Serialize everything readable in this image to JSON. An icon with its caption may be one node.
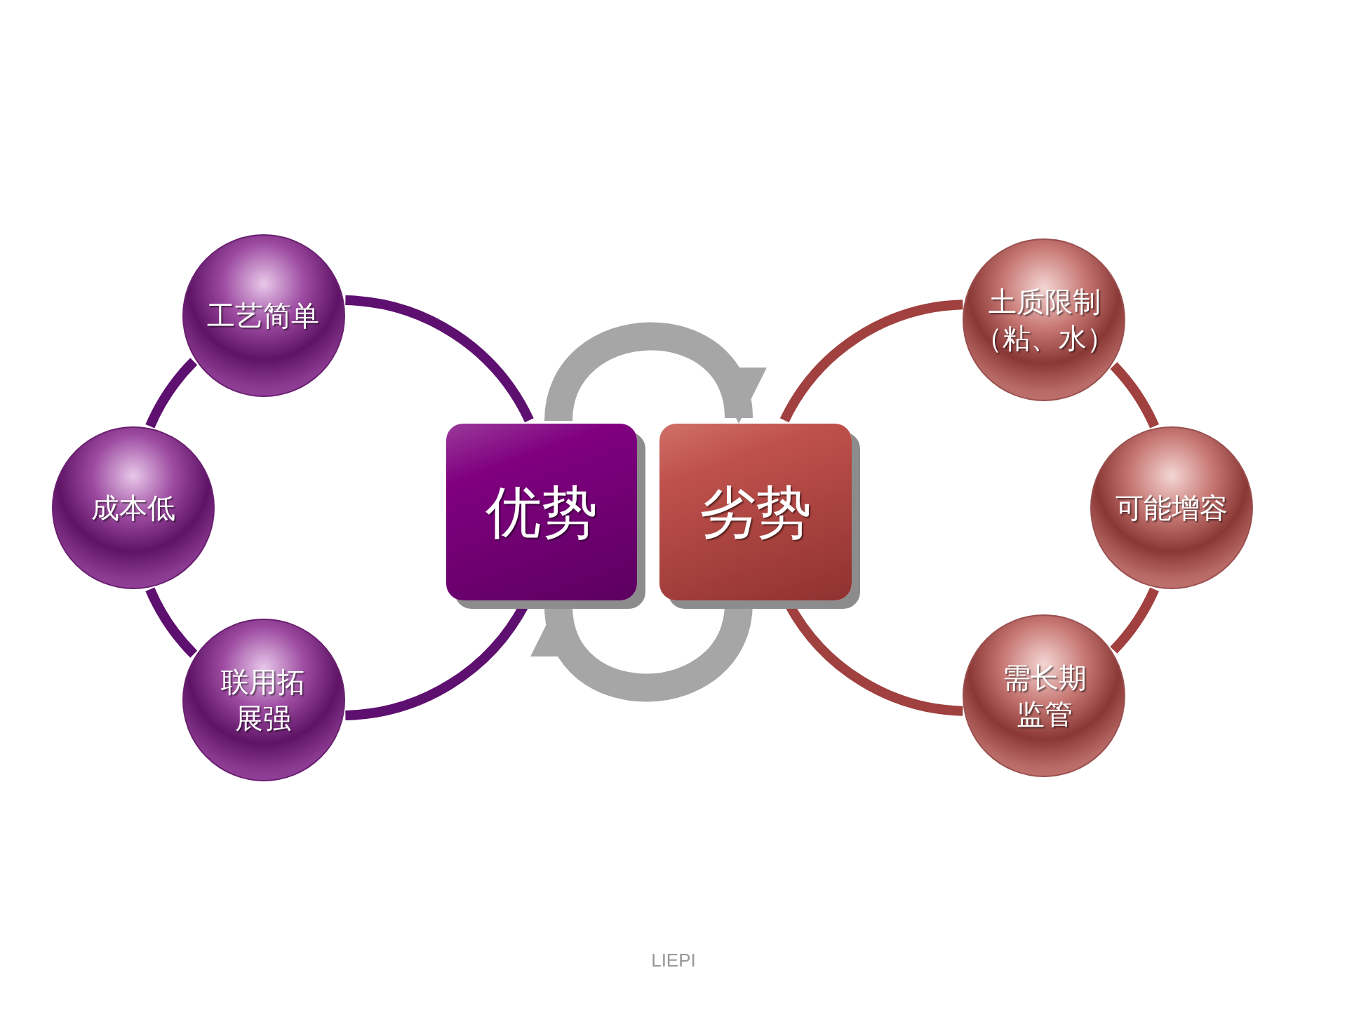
{
  "diagram": {
    "nodes": [
      {
        "text": [
          "优势"
        ]
      },
      {
        "text": [
          "劣势"
        ]
      },
      {
        "text": [
          "工艺简单"
        ]
      },
      {
        "text": [
          "成本低"
        ]
      },
      {
        "text": [
          "联用拓展强"
        ]
      },
      {
        "text": [
          "土质限制（粘、水）"
        ]
      },
      {
        "text": [
          "可能增容"
        ]
      },
      {
        "text": [
          "需长期监管"
        ]
      }
    ],
    "edges": [
      {
        "from": 0,
        "to": 1,
        "arrow": "to",
        "style": "thick",
        "color": "#a6a6a6"
      },
      {
        "from": 1,
        "to": 0,
        "arrow": "to",
        "style": "thick",
        "color": "#a6a6a6"
      },
      {
        "from": 0,
        "to": 2,
        "arrow": "none",
        "color": "#5e1070"
      },
      {
        "from": 2,
        "to": 3,
        "arrow": "none",
        "color": "#5e1070"
      },
      {
        "from": 3,
        "to": 4,
        "arrow": "none",
        "color": "#5e1070"
      },
      {
        "from": 4,
        "to": 0,
        "arrow": "none",
        "color": "#5e1070"
      },
      {
        "from": 1,
        "to": 5,
        "arrow": "none",
        "color": "#a0403f"
      },
      {
        "from": 5,
        "to": 6,
        "arrow": "none",
        "color": "#a0403f"
      },
      {
        "from": 6,
        "to": 7,
        "arrow": "none",
        "color": "#a0403f"
      },
      {
        "from": 7,
        "to": 1,
        "arrow": "none",
        "color": "#a0403f"
      }
    ],
    "labels": [
      "LIEPI"
    ]
  }
}
